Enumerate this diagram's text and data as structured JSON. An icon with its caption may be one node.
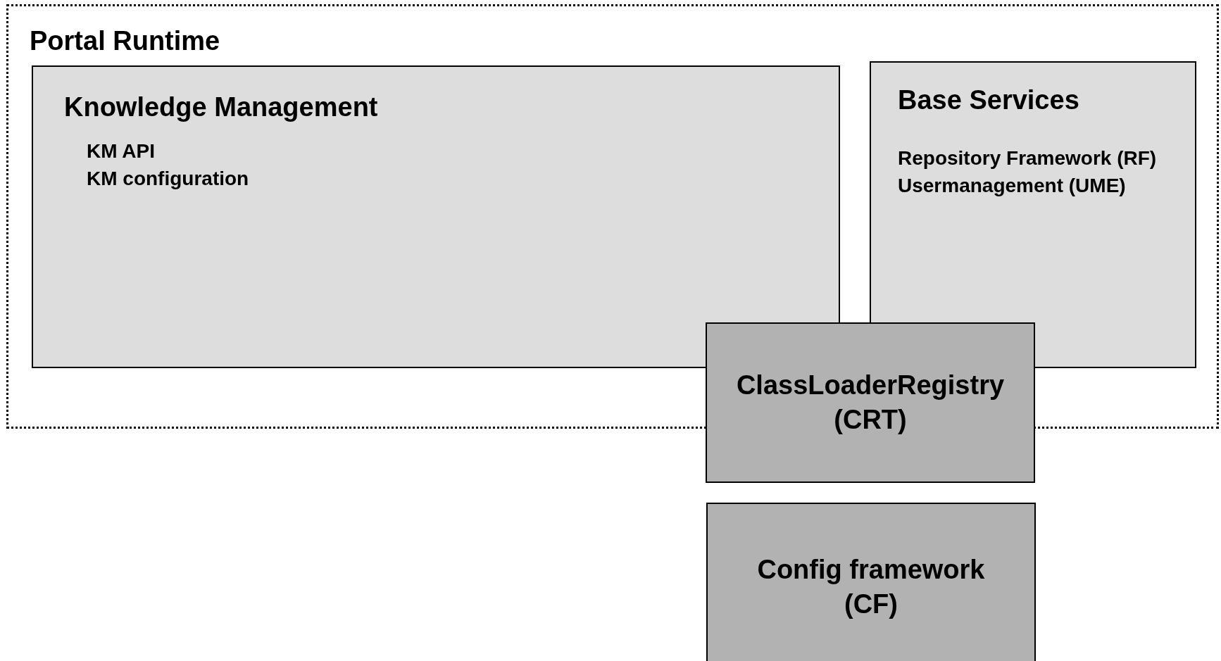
{
  "diagram": {
    "nodes": [
      {
        "text": [
          "Portal Runtime"
        ]
      },
      {
        "text": [
          "Knowledge Management",
          "KM API",
          "KM configuration"
        ],
        "in": 0
      },
      {
        "text": [
          "Base Services",
          "Repository Framework (RF)",
          "Usermanagement (UME)"
        ],
        "in": 0
      },
      {
        "text": [
          "ClassLoaderRegistry (CRT)"
        ]
      },
      {
        "text": [
          "Config framework (CF)"
        ]
      }
    ]
  }
}
